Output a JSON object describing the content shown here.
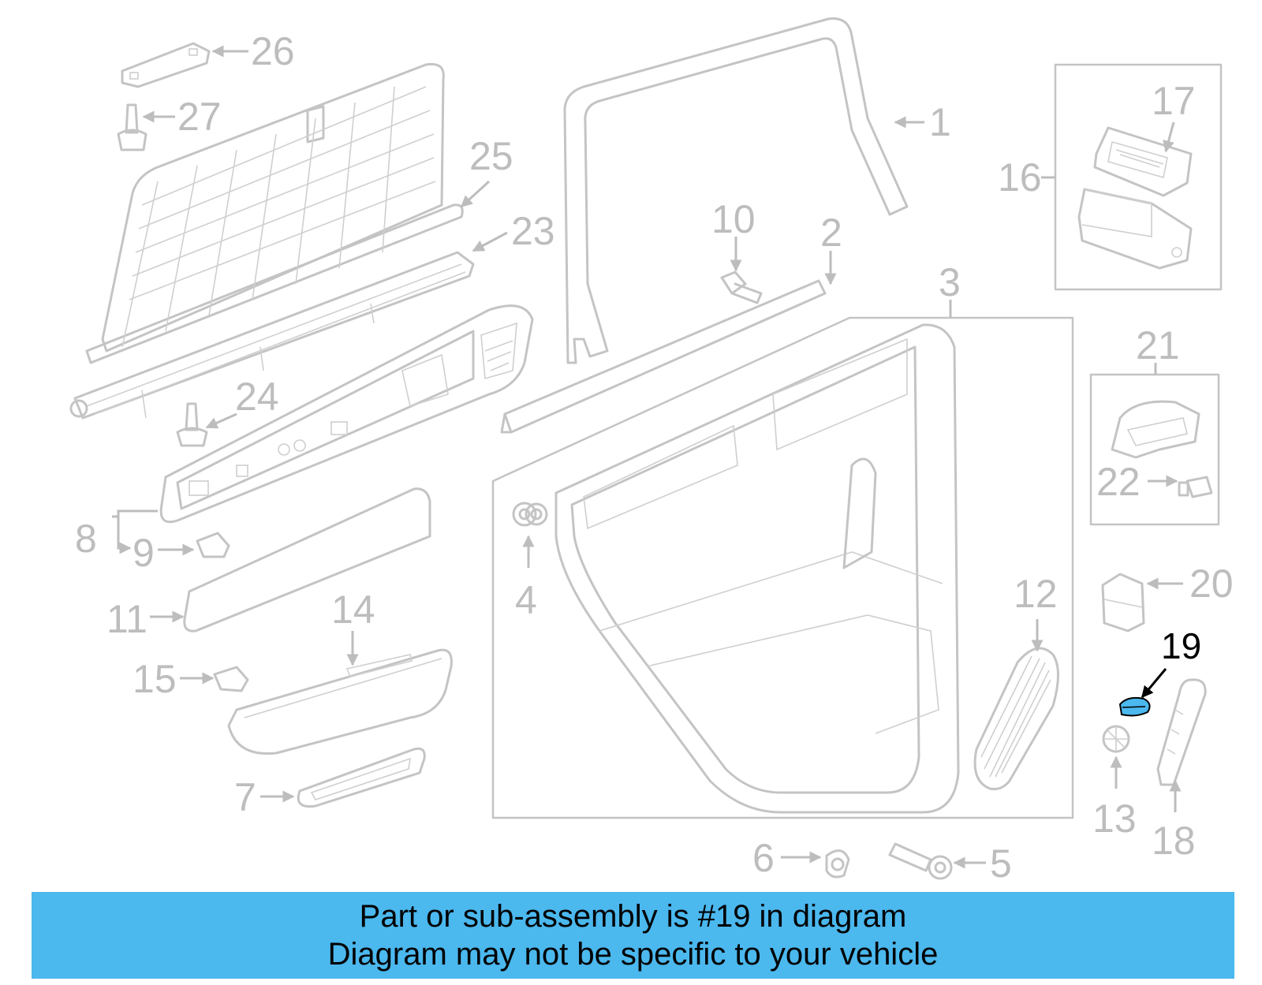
{
  "diagram": {
    "highlight_color": "#4bb8ee",
    "part_color": "#c4c4c4",
    "callouts": [
      {
        "id": "c1",
        "label": "1"
      },
      {
        "id": "c2",
        "label": "2"
      },
      {
        "id": "c3",
        "label": "3"
      },
      {
        "id": "c4",
        "label": "4"
      },
      {
        "id": "c5",
        "label": "5"
      },
      {
        "id": "c6",
        "label": "6"
      },
      {
        "id": "c7",
        "label": "7"
      },
      {
        "id": "c8",
        "label": "8"
      },
      {
        "id": "c9",
        "label": "9"
      },
      {
        "id": "c10",
        "label": "10"
      },
      {
        "id": "c11",
        "label": "11"
      },
      {
        "id": "c12",
        "label": "12"
      },
      {
        "id": "c13",
        "label": "13"
      },
      {
        "id": "c14",
        "label": "14"
      },
      {
        "id": "c15",
        "label": "15"
      },
      {
        "id": "c16",
        "label": "16"
      },
      {
        "id": "c17",
        "label": "17"
      },
      {
        "id": "c18",
        "label": "18"
      },
      {
        "id": "c19",
        "label": "19"
      },
      {
        "id": "c20",
        "label": "20"
      },
      {
        "id": "c21",
        "label": "21"
      },
      {
        "id": "c22",
        "label": "22"
      },
      {
        "id": "c23",
        "label": "23"
      },
      {
        "id": "c24",
        "label": "24"
      },
      {
        "id": "c25",
        "label": "25"
      },
      {
        "id": "c26",
        "label": "26"
      },
      {
        "id": "c27",
        "label": "27"
      }
    ]
  },
  "banner": {
    "line1": "Part or sub-assembly is #19 in diagram",
    "line2": "Diagram may not be specific to your vehicle"
  }
}
